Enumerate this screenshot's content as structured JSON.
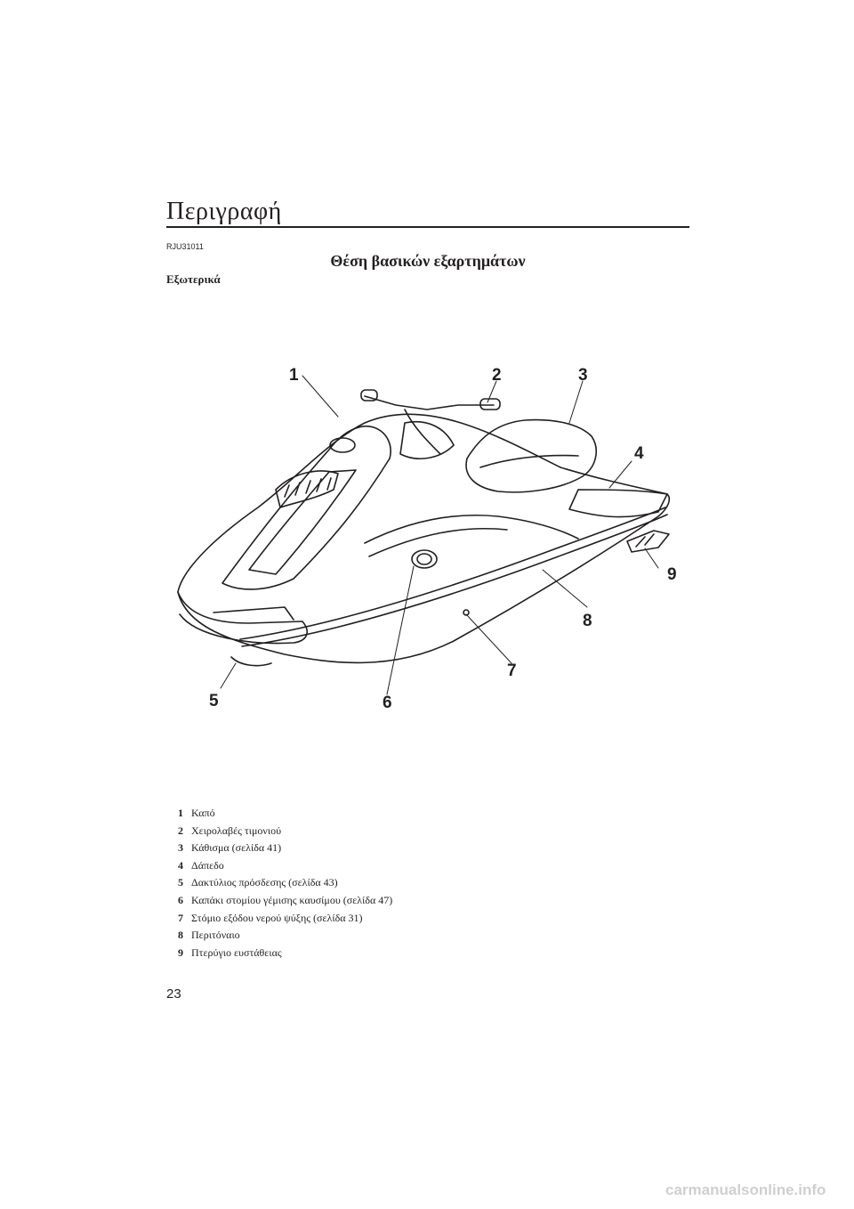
{
  "header": {
    "section_title": "Περιγραφή",
    "code": "RJU31011"
  },
  "title": "Θέση βασικών εξαρτημάτων",
  "subheading": "Εξωτερικά",
  "figure": {
    "callouts": [
      "1",
      "2",
      "3",
      "4",
      "5",
      "6",
      "7",
      "8",
      "9"
    ]
  },
  "legend": [
    {
      "num": "1",
      "text": "Καπό"
    },
    {
      "num": "2",
      "text": "Χειρολαβές τιμονιού"
    },
    {
      "num": "3",
      "text": "Κάθισμα (σελίδα 41)"
    },
    {
      "num": "4",
      "text": "Δάπεδο"
    },
    {
      "num": "5",
      "text": "Δακτύλιος πρόσδεσης (σελίδα 43)"
    },
    {
      "num": "6",
      "text": "Καπάκι στομίου γέμισης καυσίμου (σελίδα 47)"
    },
    {
      "num": "7",
      "text": "Στόμιο εξόδου νερού ψύξης (σελίδα 31)"
    },
    {
      "num": "8",
      "text": "Περιτόναιο"
    },
    {
      "num": "9",
      "text": "Πτερύγιο ευστάθειας"
    }
  ],
  "page_number": "23",
  "watermark": "carmanualsonline.info"
}
